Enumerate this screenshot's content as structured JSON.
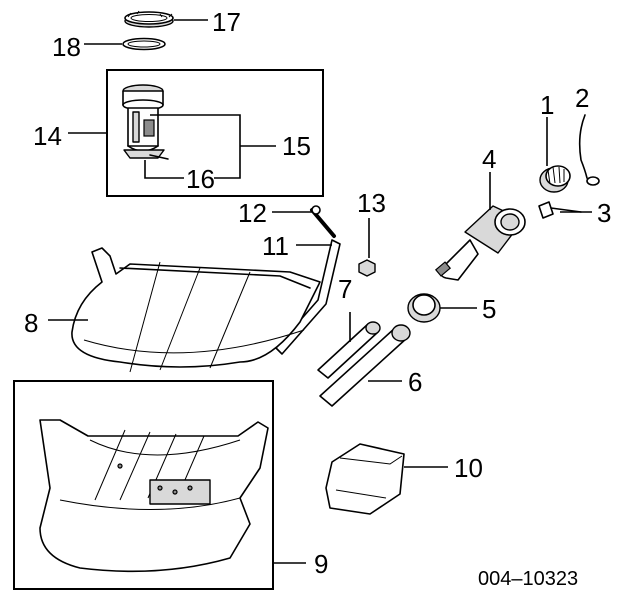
{
  "diagram": {
    "reference_code": "004–10323",
    "callouts": [
      {
        "id": "c1",
        "label": "1"
      },
      {
        "id": "c2",
        "label": "2"
      },
      {
        "id": "c3",
        "label": "3"
      },
      {
        "id": "c4",
        "label": "4"
      },
      {
        "id": "c5",
        "label": "5"
      },
      {
        "id": "c6",
        "label": "6"
      },
      {
        "id": "c7",
        "label": "7"
      },
      {
        "id": "c8",
        "label": "8"
      },
      {
        "id": "c9",
        "label": "9"
      },
      {
        "id": "c10",
        "label": "10"
      },
      {
        "id": "c11",
        "label": "11"
      },
      {
        "id": "c12",
        "label": "12"
      },
      {
        "id": "c13",
        "label": "13"
      },
      {
        "id": "c14",
        "label": "14"
      },
      {
        "id": "c15",
        "label": "15"
      },
      {
        "id": "c16",
        "label": "16"
      },
      {
        "id": "c17",
        "label": "17"
      },
      {
        "id": "c18",
        "label": "18"
      }
    ]
  }
}
